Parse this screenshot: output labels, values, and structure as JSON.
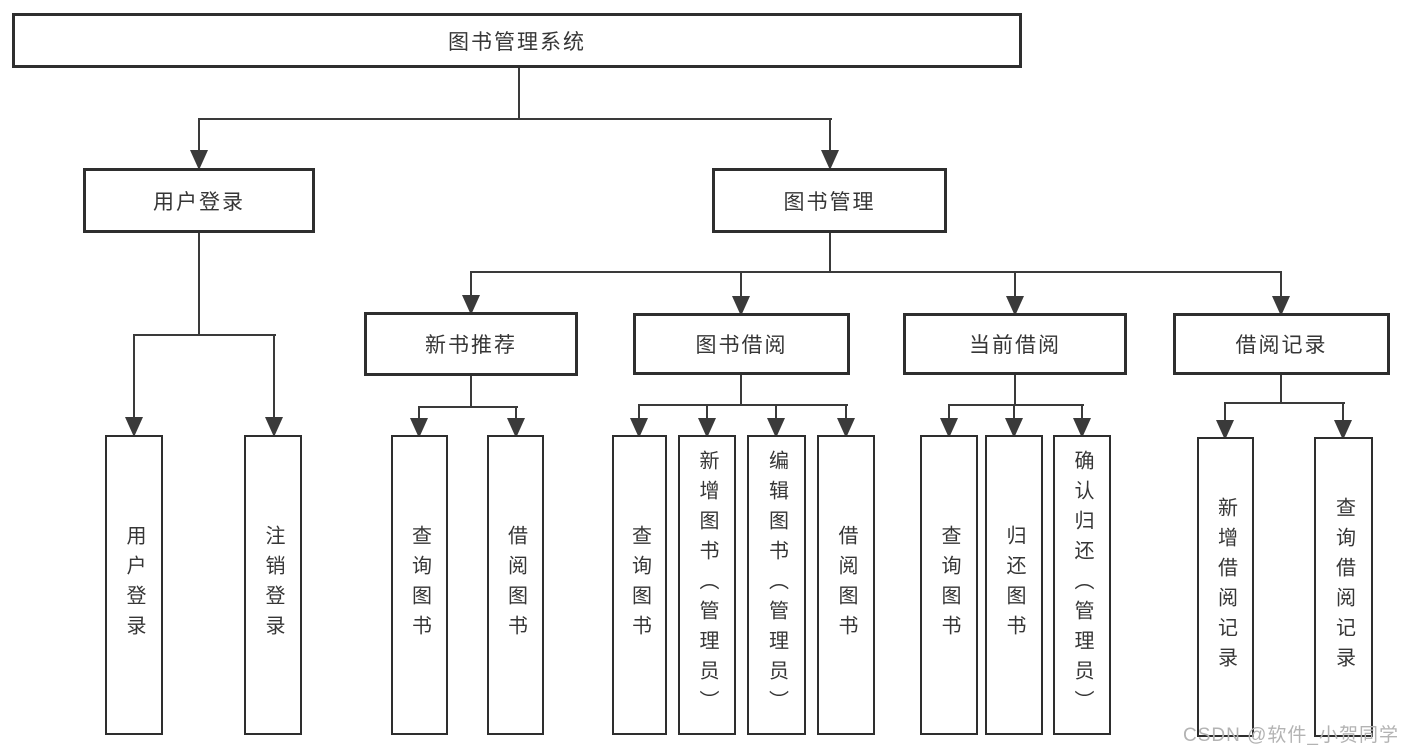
{
  "diagram": {
    "root": {
      "label": "图书管理系统"
    },
    "level1": [
      {
        "id": "user-login",
        "label": "用户登录"
      },
      {
        "id": "book-mgmt",
        "label": "图书管理"
      }
    ],
    "level2": [
      {
        "id": "new-book-recommend",
        "label": "新书推荐"
      },
      {
        "id": "book-borrow",
        "label": "图书借阅"
      },
      {
        "id": "current-borrow",
        "label": "当前借阅"
      },
      {
        "id": "borrow-record",
        "label": "借阅记录"
      }
    ],
    "leaves": [
      {
        "label": "用户登录"
      },
      {
        "label": "注销登录"
      },
      {
        "label": "查询图书"
      },
      {
        "label": "借阅图书"
      },
      {
        "label": "查询图书"
      },
      {
        "label": "新增图书（管理员）"
      },
      {
        "label": "编辑图书（管理员）"
      },
      {
        "label": "借阅图书"
      },
      {
        "label": "查询图书"
      },
      {
        "label": "归还图书"
      },
      {
        "label": "确认归还（管理员）"
      },
      {
        "label": "新增借阅记录"
      },
      {
        "label": "查询借阅记录"
      }
    ],
    "hierarchy": {
      "图书管理系统": {
        "用户登录": [
          "用户登录",
          "注销登录"
        ],
        "图书管理": {
          "新书推荐": [
            "查询图书",
            "借阅图书"
          ],
          "图书借阅": [
            "查询图书",
            "新增图书（管理员）",
            "编辑图书（管理员）",
            "借阅图书"
          ],
          "当前借阅": [
            "查询图书",
            "归还图书",
            "确认归还（管理员）"
          ],
          "借阅记录": [
            "新增借阅记录",
            "查询借阅记录"
          ]
        }
      }
    },
    "colors": {
      "line": "#3a3a3a",
      "box_border": "#2e2e2e",
      "text": "#363636",
      "watermark": "#b3b3b3",
      "background": "#ffffff"
    },
    "watermark": {
      "text": "CSDN @软件_小贺同学"
    }
  }
}
